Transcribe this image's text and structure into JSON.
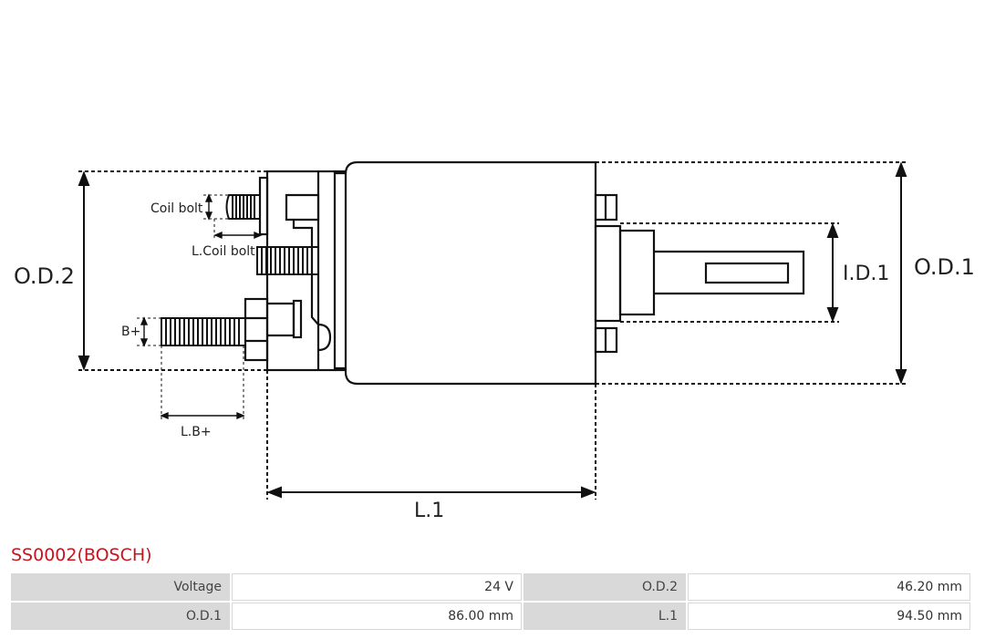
{
  "diagram": {
    "labels": {
      "coil_bolt": "Coil bolt",
      "l_coil_bolt": "L.Coil bolt",
      "b_plus": "B+",
      "l_b_plus": "L.B+",
      "od2": "O.D.2",
      "od1": "O.D.1",
      "id1": "I.D.1",
      "l1": "L.1"
    }
  },
  "product": {
    "title": "SS0002(BOSCH)"
  },
  "specs": {
    "rows": [
      {
        "label1": "Voltage",
        "value1": "24 V",
        "label2": "O.D.2",
        "value2": "46.20 mm"
      },
      {
        "label1": "O.D.1",
        "value1": "86.00 mm",
        "label2": "L.1",
        "value2": "94.50 mm"
      }
    ]
  }
}
